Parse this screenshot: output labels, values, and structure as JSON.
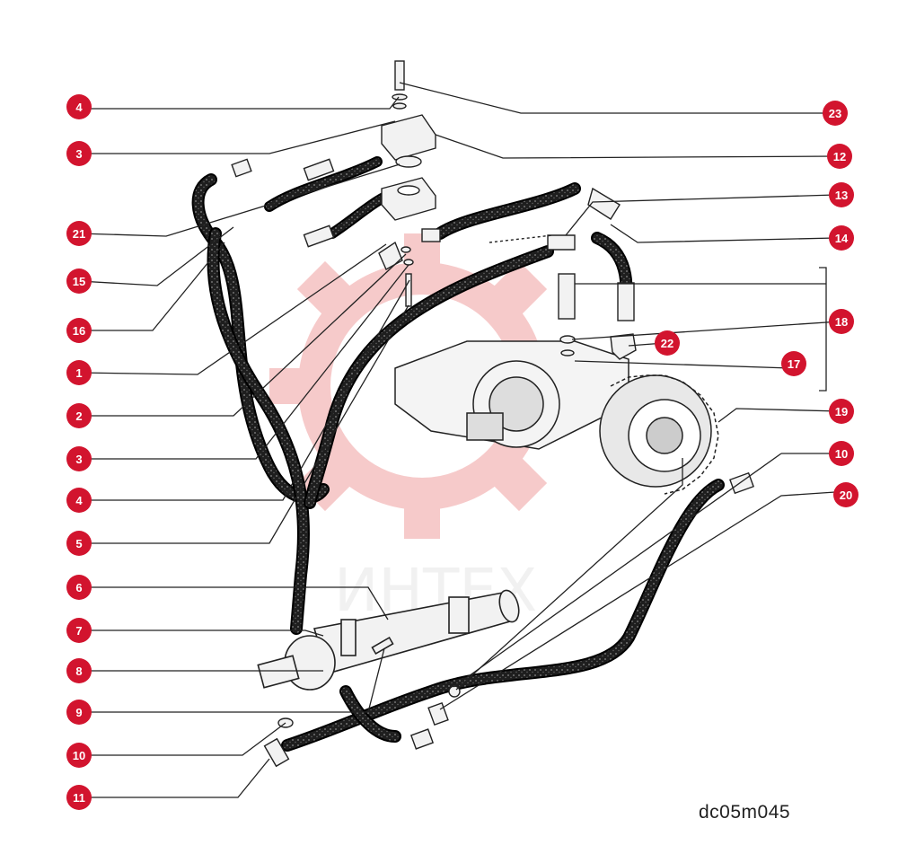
{
  "diagram": {
    "code": "dc05m045",
    "watermark": "ИНТЕХ",
    "badge_color": "#d2142e",
    "callouts": [
      "4",
      "3",
      "21",
      "15",
      "16",
      "1",
      "2",
      "3",
      "4",
      "5",
      "6",
      "7",
      "8",
      "9",
      "10",
      "11",
      "23",
      "12",
      "13",
      "14",
      "18",
      "22",
      "17",
      "19",
      "10",
      "20"
    ]
  }
}
